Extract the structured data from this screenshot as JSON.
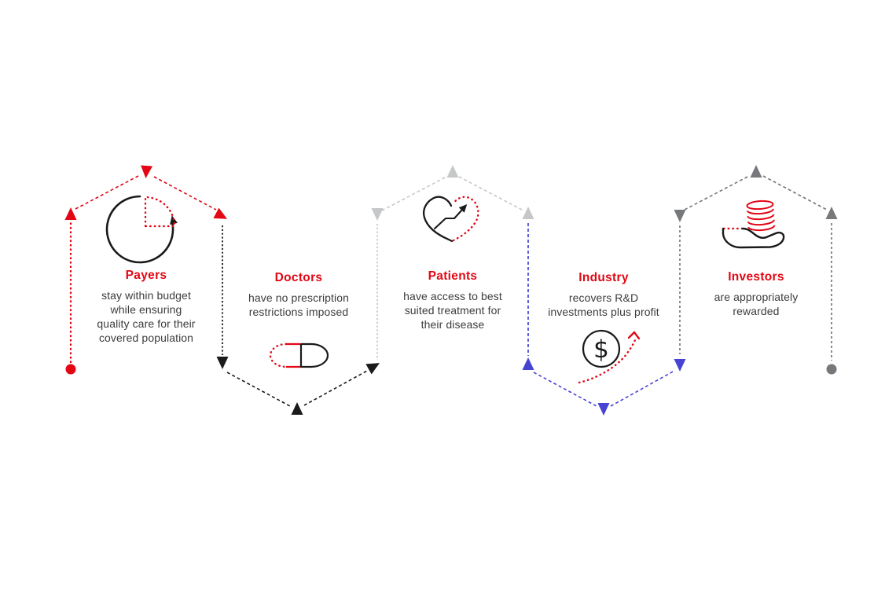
{
  "page": {
    "background": "#ffffff"
  },
  "colors": {
    "accent_red": "#e30613",
    "black": "#1a1a1a",
    "light_gray": "#c6c7c9",
    "dark_gray": "#77787b",
    "blue": "#4744d4",
    "body_text": "#3c3c3b"
  },
  "diagram": {
    "stakeholders": [
      {
        "id": "payers",
        "title": "Payers",
        "description": "stay within budget\nwhile ensuring\nquality care for their\ncovered population",
        "icon": "pie-chart-icon",
        "connector_shape": "peak",
        "connector_color": "#e30613"
      },
      {
        "id": "doctors",
        "title": "Doctors",
        "description": "have no prescription\nrestrictions imposed",
        "icon": "pill-capsule-icon",
        "connector_shape": "valley",
        "connector_color": "#1a1a1a"
      },
      {
        "id": "patients",
        "title": "Patients",
        "description": "have access to best\nsuited treatment for\ntheir disease",
        "icon": "heart-growth-icon",
        "connector_shape": "peak",
        "connector_color": "#c6c7c9"
      },
      {
        "id": "industry",
        "title": "Industry",
        "description": "recovers R&D\ninvestments plus profit",
        "icon": "dollar-coin-icon",
        "icon_glyph": "$",
        "connector_shape": "valley",
        "connector_color": "#4744d4"
      },
      {
        "id": "investors",
        "title": "Investors",
        "description": "are appropriately\nrewarded",
        "icon": "hand-coins-icon",
        "connector_shape": "peak",
        "connector_color": "#77787b"
      }
    ]
  }
}
